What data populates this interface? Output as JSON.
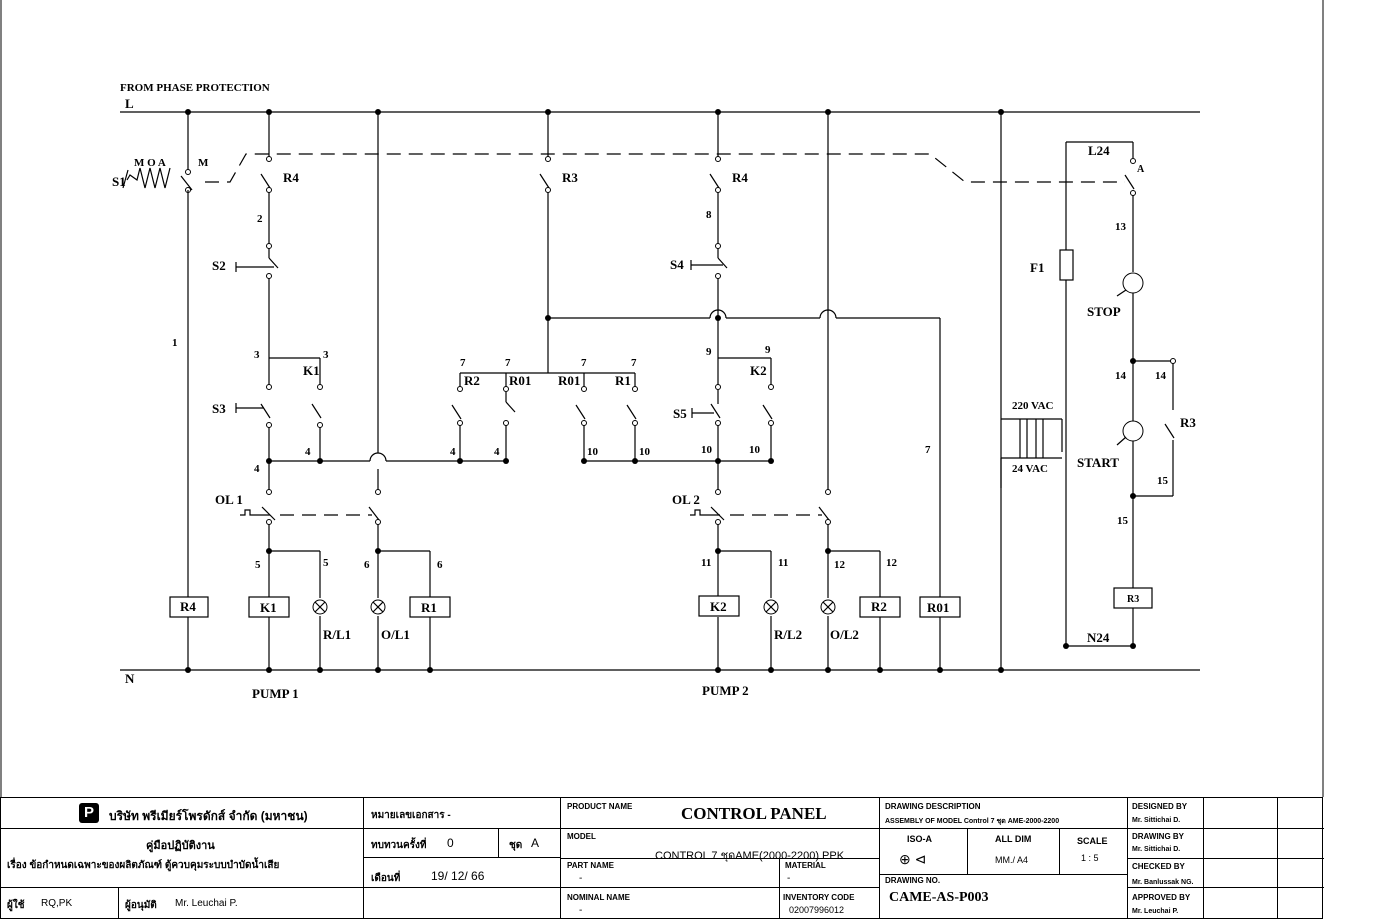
{
  "header": {
    "phase_note": "FROM PHASE PROTECTION"
  },
  "bus": {
    "line": "L",
    "neutral": "N"
  },
  "selector": {
    "name": "S1",
    "modes": "M O A",
    "manual": "M"
  },
  "contacts": {
    "r4_a": "R4",
    "r3_a": "R3",
    "r4_b": "R4",
    "s2": "S2",
    "s3": "S3",
    "s4": "S4",
    "s5": "S5",
    "k1": "K1",
    "k2": "K2",
    "r2": "R2",
    "r01_a": "R01",
    "r01_b": "R01",
    "r1": "R1",
    "ol1": "OL 1",
    "ol2": "OL 2",
    "r3_b": "R3",
    "a": "A"
  },
  "wires": {
    "n1": "1",
    "n2": "2",
    "n3a": "3",
    "n3b": "3",
    "n4a": "4",
    "n4b": "4",
    "n4c": "4",
    "n4d": "4",
    "n5a": "5",
    "n5b": "5",
    "n6a": "6",
    "n6b": "6",
    "n7a": "7",
    "n7b": "7",
    "n7c": "7",
    "n7d": "7",
    "n7e": "7",
    "n8": "8",
    "n9a": "9",
    "n9b": "9",
    "n10a": "10",
    "n10b": "10",
    "n10c": "10",
    "n10d": "10",
    "n11a": "11",
    "n11b": "11",
    "n12a": "12",
    "n12b": "12",
    "n13": "13",
    "n14a": "14",
    "n14b": "14",
    "n15a": "15",
    "n15b": "15"
  },
  "loads": {
    "r4": "R4",
    "k1": "K1",
    "rl1": "R/L1",
    "ol1": "O/L1",
    "r1": "R1",
    "k2": "K2",
    "rl2": "R/L2",
    "ol2": "O/L2",
    "r2": "R2",
    "r01": "R01",
    "r3": "R3"
  },
  "pumps": {
    "p1": "PUMP 1",
    "p2": "PUMP 2"
  },
  "aux": {
    "l24": "L24",
    "n24": "N24",
    "f1": "F1",
    "stop": "STOP",
    "start": "START",
    "vac220": "220 VAC",
    "vac24": "24 VAC"
  },
  "titleblock": {
    "company": "บริษัท พรีเมียร์โพรดักส์ จำกัด (มหาชน)",
    "manual": "คู่มือปฏิบัติงาน",
    "subject": "เรื่อง ข้อกำหนดเฉพาะของผลิตภัณฑ์ ตู้ควบคุมระบบบำบัดน้ำเสีย",
    "user_label": "ผู้ใช้",
    "user": "RQ,PK",
    "approver_label": "ผู้อนุมัติ",
    "approver": "Mr. Leuchai P.",
    "docno_label": "หมายเลขเอกสาร -",
    "rev_label": "ทบทวนครั้งที่",
    "rev": "0",
    "set_label": "ชุด",
    "set": "A",
    "date_label": "เดือนที่",
    "date": "19/ 12/ 66",
    "product_name_label": "PRODUCT NAME",
    "product_name": "CONTROL PANEL",
    "model_label": "MODEL",
    "model": "CONTROL 7 ชุดAME(2000-2200) PPK",
    "part_name_label": "PART NAME",
    "part_name": "-",
    "material_label": "MATERIAL",
    "material": "-",
    "nominal_label": "NOMINAL NAME",
    "nominal": "-",
    "inventory_label": "INVENTORY CODE",
    "inventory": "02007996012",
    "desc_label": "DRAWING DESCRIPTION",
    "desc": "ASSEMBLY OF MODEL Control 7 ชุด AME-2000-2200",
    "iso_label": "ISO-A",
    "alldim_label": "ALL DIM",
    "alldim": "MM./ A4",
    "scale_label": "SCALE",
    "scale": "1 : 5",
    "drawing_no_label": "DRAWING NO.",
    "drawing_no": "CAME-AS-P003",
    "designed_label": "DESIGNED BY",
    "designed": "Mr. Sittichai D.",
    "drawing_by_label": "DRAWING BY",
    "drawing_by": "Mr. Sittichai D.",
    "checked_label": "CHECKED BY",
    "checked": "Mr. Banlussak NG.",
    "approved_label": "APPROVED BY",
    "approved": "Mr. Leuchai P."
  }
}
